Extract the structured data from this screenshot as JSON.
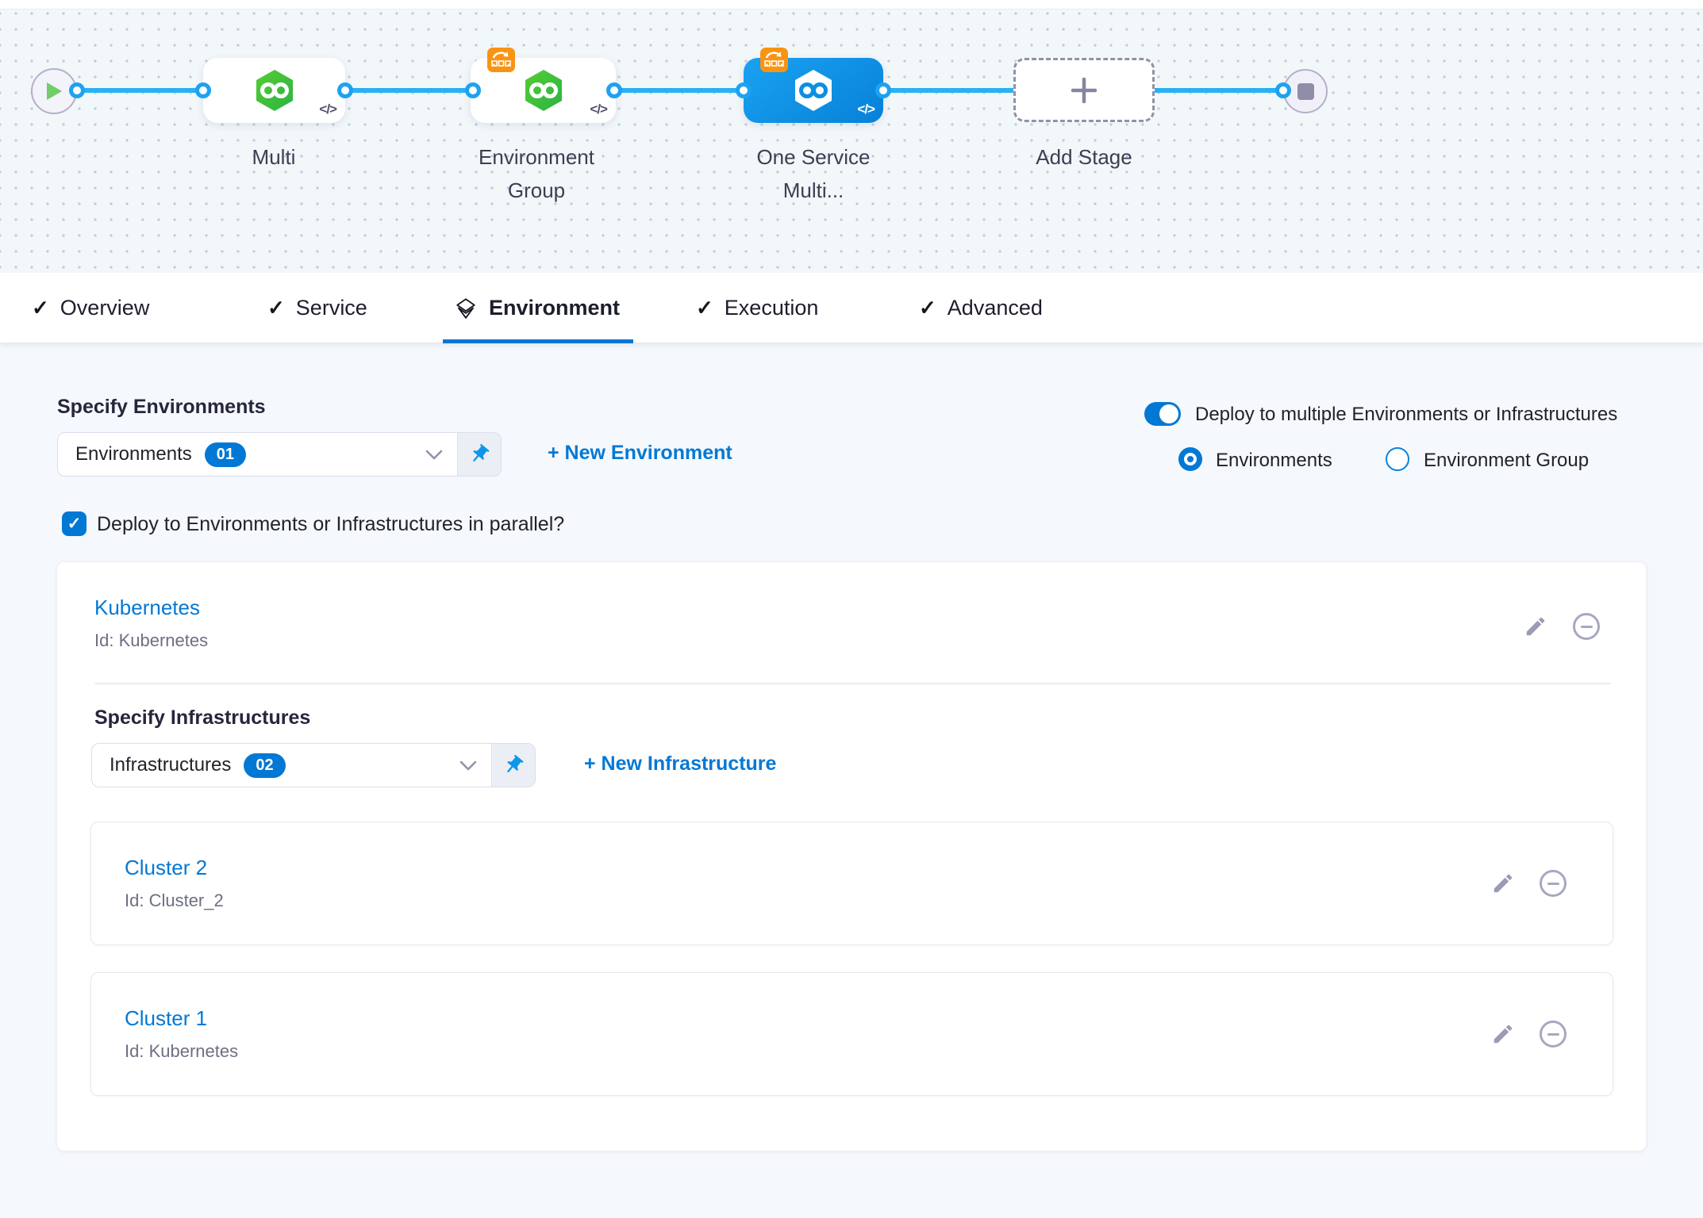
{
  "icons": {
    "check": "✓",
    "code": "</>"
  },
  "colors": {
    "primary_blue": "#0278d5",
    "connector_blue": "#29b2f2",
    "selected_node_blue": "#0d93e8",
    "badge_orange": "#f99413",
    "service_green": "#3cc22e"
  },
  "pipeline": {
    "stages": [
      {
        "label": "Multi"
      },
      {
        "label": "Environment Group"
      },
      {
        "label": "One Service Multi..."
      }
    ],
    "add_stage_label": "Add Stage"
  },
  "tabs": [
    {
      "label": "Overview"
    },
    {
      "label": "Service"
    },
    {
      "label": "Environment"
    },
    {
      "label": "Execution"
    },
    {
      "label": "Advanced"
    }
  ],
  "env_panel": {
    "heading": "Specify Environments",
    "dropdown_label": "Environments",
    "dropdown_count": "01",
    "new_environment_link": "+ New Environment",
    "toggle_label": "Deploy to multiple Environments or Infrastructures",
    "radio_environments": "Environments",
    "radio_environment_group": "Environment Group",
    "parallel_checkbox_label": "Deploy to Environments or Infrastructures in parallel?"
  },
  "environment_card": {
    "name": "Kubernetes",
    "id": "Id: Kubernetes",
    "infra": {
      "heading": "Specify Infrastructures",
      "dropdown_label": "Infrastructures",
      "dropdown_count": "02",
      "new_infrastructure_link": "+ New Infrastructure",
      "clusters": [
        {
          "name": "Cluster 2",
          "id": "Id: Cluster_2"
        },
        {
          "name": "Cluster 1",
          "id": "Id: Kubernetes"
        }
      ]
    }
  }
}
